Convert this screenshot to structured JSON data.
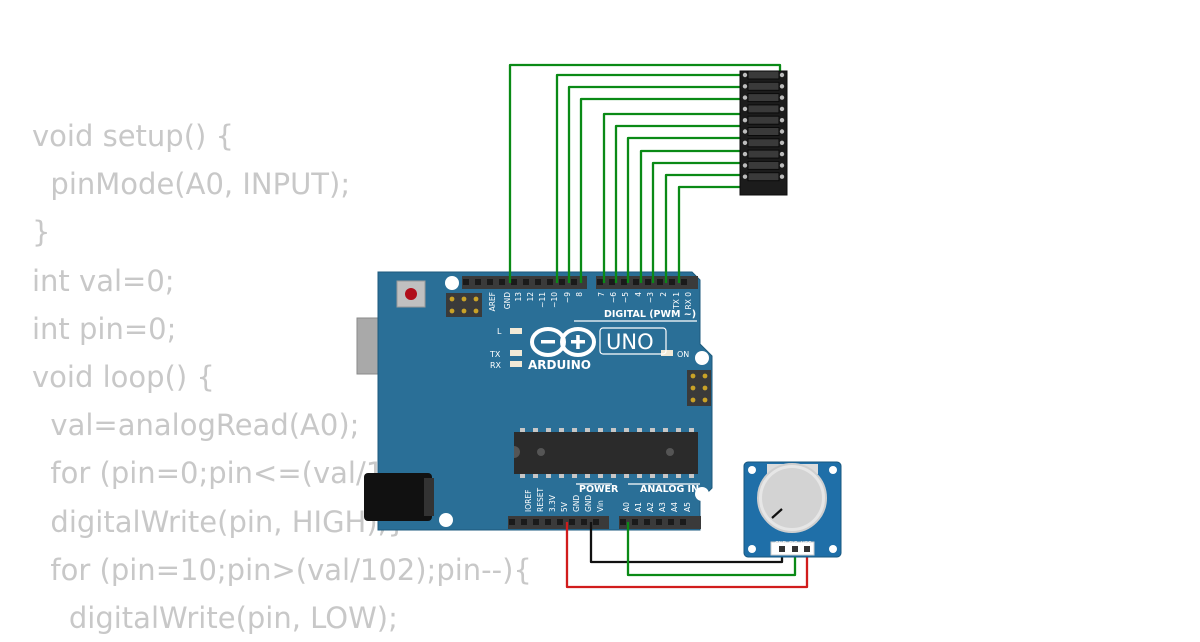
{
  "code": {
    "lines": [
      "void setup() {",
      "  pinMode(A0, INPUT);",
      "}",
      "int val=0;",
      "int pin=0;",
      "void loop() {",
      "  val=analogRead(A0);",
      "  for (pin=0;pin<=(val/102);pin++){",
      "  digitalWrite(pin, HIGH);}",
      "  for (pin=10;pin>(val/102);pin--){",
      "    digitalWrite(pin, LOW);"
    ]
  },
  "board": {
    "brand": "ARDUINO",
    "model": "UNO",
    "digital_header_label": "DIGITAL (PWM ~)",
    "digital_pins": [
      "AREF",
      "GND",
      "13",
      "12",
      "~11",
      "~10",
      "~9",
      "8",
      "7",
      "~6",
      "~5",
      "4",
      "~3",
      "2",
      "TX 1",
      "RX 0"
    ],
    "led_labels": {
      "l": "L",
      "tx": "TX",
      "rx": "RX",
      "on": "ON"
    },
    "power_header_label": "POWER",
    "analog_header_label": "ANALOG IN",
    "power_pins": [
      "IOREF",
      "RESET",
      "3.3V",
      "5V",
      "GND",
      "GND",
      "Vin"
    ],
    "analog_pins": [
      "A0",
      "A1",
      "A2",
      "A3",
      "A4",
      "A5"
    ]
  },
  "potentiometer": {
    "pin_labels": [
      "GND",
      "SIG",
      "VCC"
    ]
  },
  "colors": {
    "board_blue": "#2a6f97",
    "wire_green": "#0a8a16",
    "wire_black": "#111111",
    "wire_red": "#d11c1c",
    "code_text": "#c8c8c8"
  }
}
